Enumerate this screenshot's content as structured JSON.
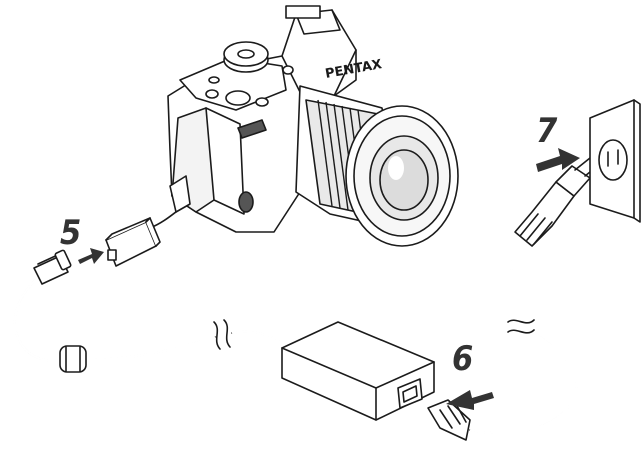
{
  "steps": {
    "step5": "5",
    "step6": "6",
    "step7": "7"
  },
  "camera": {
    "brand_label": "PENTAX"
  },
  "colors": {
    "outline": "#1b1b1b",
    "body_fill": "#ffffff",
    "lens_fill": "#e9e9e9",
    "arrow": "#333333"
  }
}
